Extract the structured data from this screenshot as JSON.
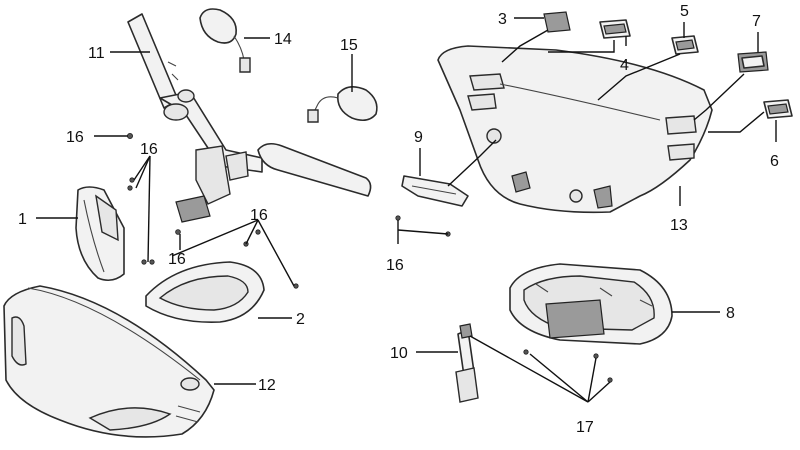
{
  "callouts": {
    "c1": "1",
    "c2": "2",
    "c3": "3",
    "c4": "4",
    "c5": "5",
    "c6": "6",
    "c7": "7",
    "c8": "8",
    "c9": "9",
    "c10": "10",
    "c11": "11",
    "c12": "12",
    "c13": "13",
    "c14": "14",
    "c15": "15",
    "c16a": "16",
    "c16b": "16",
    "c16c": "16",
    "c16d": "16",
    "c16e": "16",
    "c17": "17"
  }
}
